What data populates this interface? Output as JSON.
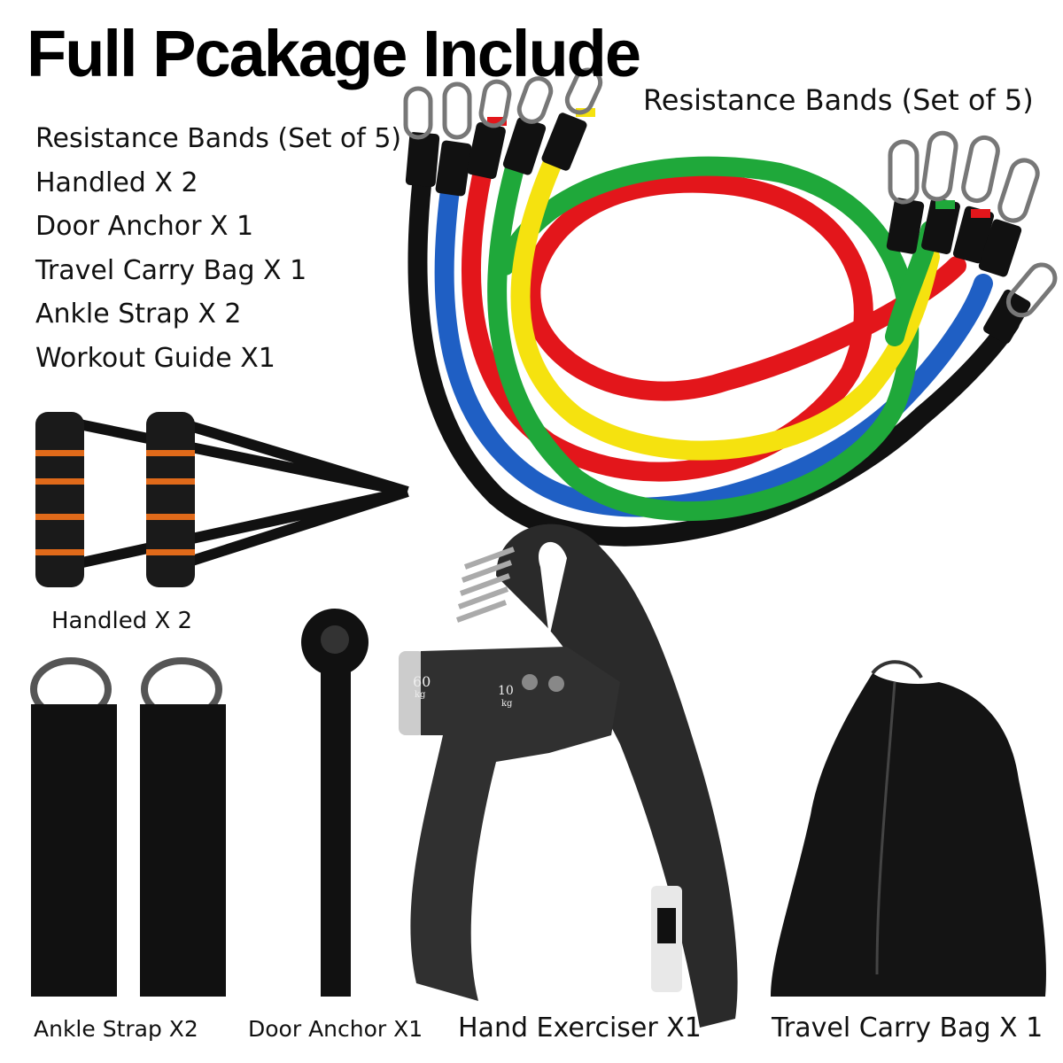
{
  "title": "Full Pcakage Include",
  "contents_list": [
    "Resistance Bands (Set of 5)",
    "Handled X 2",
    "Door Anchor X 1",
    "Travel Carry Bag X 1",
    "Ankle Strap X 2",
    "Workout Guide X1"
  ],
  "labels": {
    "bands": "Resistance Bands (Set of 5)",
    "handles": "Handled X 2",
    "ankle_strap": "Ankle Strap X2",
    "door_anchor": "Door Anchor X1",
    "hand_exerciser": "Hand Exerciser X1",
    "carry_bag": "Travel Carry Bag X 1"
  },
  "exerciser_scale": {
    "max": "60",
    "min": "10",
    "unit": "kg"
  },
  "band_colors": [
    "#111111",
    "#1f5fc4",
    "#e3161b",
    "#1fa83a",
    "#f5e20f"
  ],
  "accent_colors": {
    "handle_stripe": "#e06a1a",
    "foam": "#1a1a1a"
  }
}
